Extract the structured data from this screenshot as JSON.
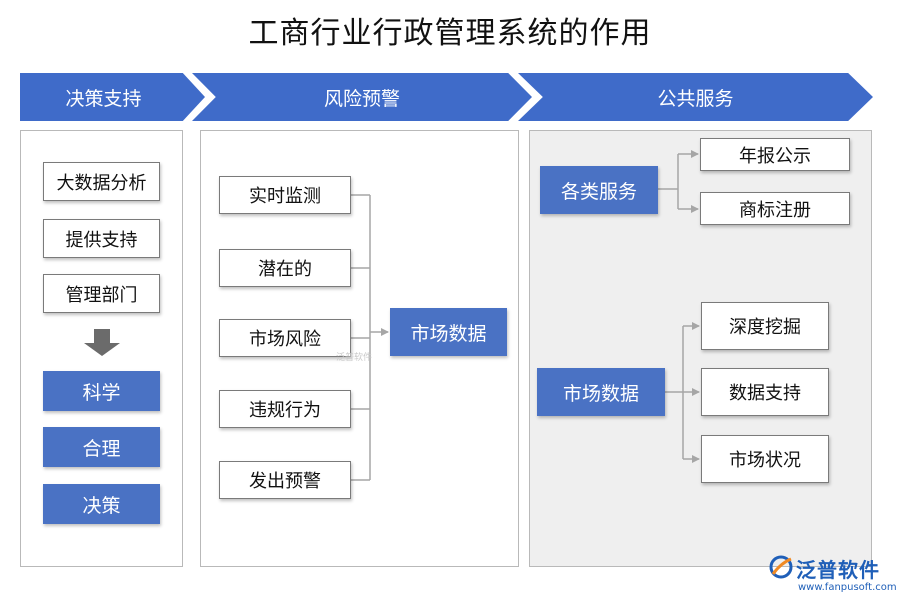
{
  "title": "工商行业行政管理系统的作用",
  "headers": {
    "col1": "决策支持",
    "col2": "风险预警",
    "col3": "公共服务"
  },
  "col1": {
    "boxes": [
      "大数据分析",
      "提供支持",
      "管理部门"
    ],
    "results": [
      "科学",
      "合理",
      "决策"
    ]
  },
  "col2": {
    "items": [
      "实时监测",
      "潜在的",
      "市场风险",
      "违规行为",
      "发出预警"
    ],
    "target": "市场数据"
  },
  "col3": {
    "service_source": "各类服务",
    "service_items": [
      "年报公示",
      "商标注册"
    ],
    "data_source": "市场数据",
    "data_items": [
      "深度挖掘",
      "数据支持",
      "市场状况"
    ]
  },
  "logo": {
    "name": "泛普软件",
    "url": "www.fanpusoft.com",
    "watermark": "泛普软件"
  },
  "colors": {
    "header_blue": "#3f6bc9",
    "box_blue": "#4a72c4",
    "panel_gray": "#efefef",
    "connector": "#a6a6a6"
  }
}
